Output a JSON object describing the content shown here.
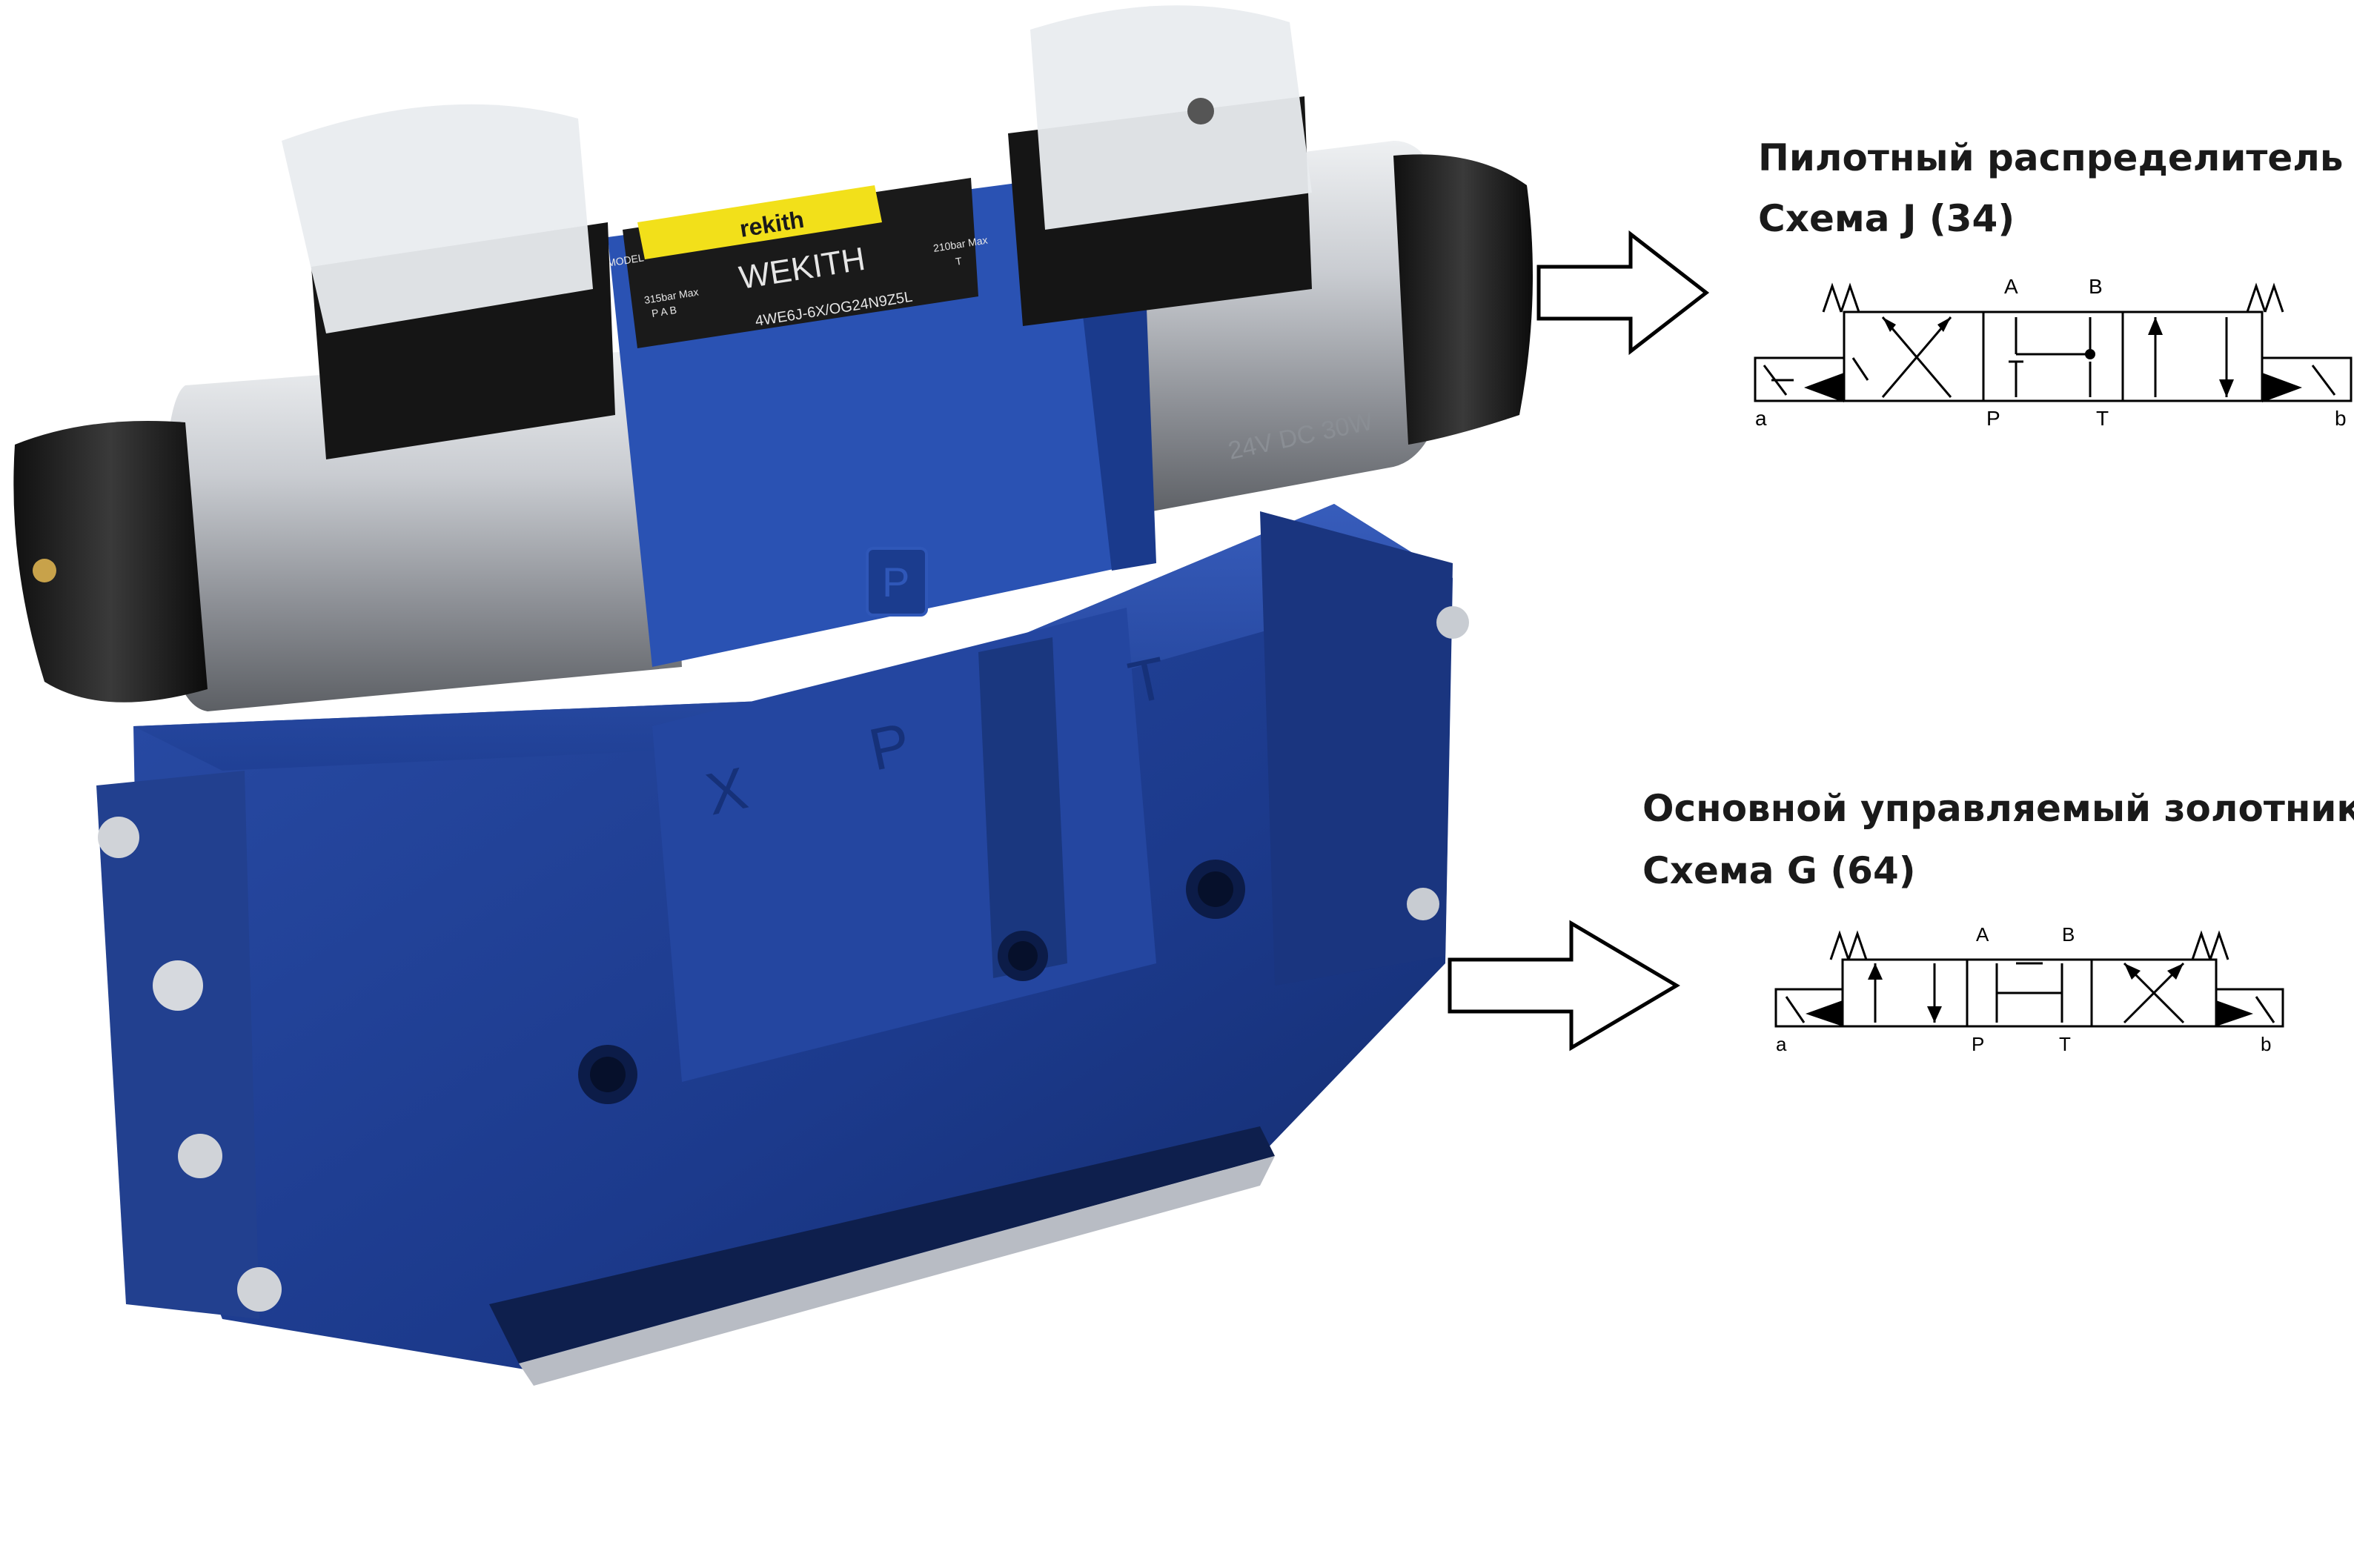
{
  "pilot": {
    "title": "Пилотный распределитель",
    "scheme": "Схема J (34)",
    "ports": {
      "a": "a",
      "A": "A",
      "B": "B",
      "P": "P",
      "T": "T",
      "b": "b"
    }
  },
  "main": {
    "title": "Основной управляемый золотник",
    "scheme": "Схема G (64)",
    "ports": {
      "a": "a",
      "A": "A",
      "B": "B",
      "P": "P",
      "T": "T",
      "b": "b"
    }
  },
  "product": {
    "brand": "rekith",
    "logo": "WEKITH",
    "label_model": "MODEL",
    "label_code": "4WE6J-6X/OG24N9Z5L",
    "label_pressure_left": "315bar Max",
    "label_ports_left": "P A B",
    "label_pressure_right": "210bar Max",
    "label_port_right": "T",
    "coil_rating": "24V DC 30W",
    "body_marks": [
      "X",
      "P",
      "T"
    ],
    "pilot_mark": "P"
  },
  "colors": {
    "body_blue": "#1f3f94",
    "body_dark": "#142a6e",
    "coil_steel": "#b9bcc2",
    "label_yellow": "#f2e01a",
    "connector": "#e9ecef",
    "knob": "#1d1d1d"
  }
}
